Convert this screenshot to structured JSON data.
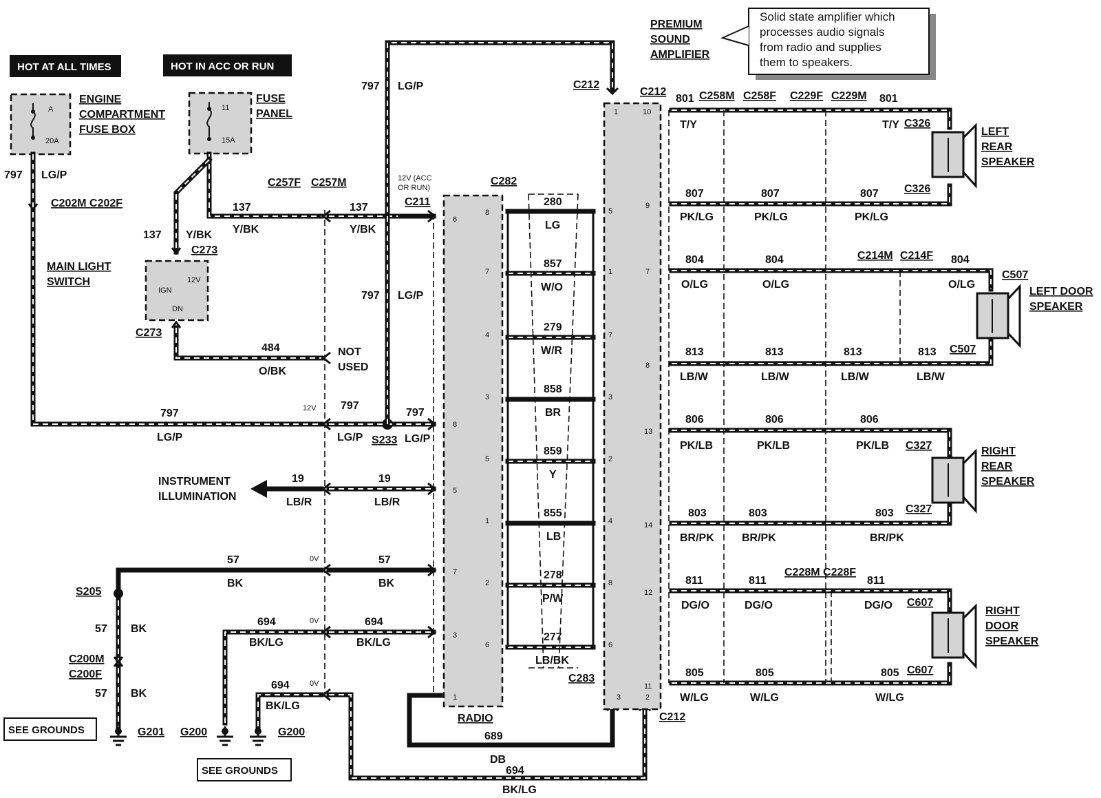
{
  "banners": {
    "hot_all": "HOT AT ALL TIMES",
    "hot_acc": "HOT IN ACC OR RUN"
  },
  "callout": {
    "lines": [
      "Solid state amplifier which",
      "processes audio signals",
      "from radio and supplies",
      "them to speakers."
    ]
  },
  "components": {
    "amp": [
      "PREMIUM",
      "SOUND",
      "AMPLIFIER"
    ],
    "engine_box": [
      "ENGINE",
      "COMPARTMENT",
      "FUSE BOX"
    ],
    "fuse_panel": [
      "FUSE",
      "PANEL"
    ],
    "main_light": [
      "MAIN LIGHT",
      "SWITCH"
    ],
    "radio": "RADIO",
    "instrument": [
      "INSTRUMENT",
      "ILLUMINATION"
    ],
    "not_used": [
      "NOT",
      "USED"
    ],
    "left_rear": [
      "LEFT",
      "REAR",
      "SPEAKER"
    ],
    "left_door": [
      "LEFT DOOR",
      "SPEAKER"
    ],
    "right_rear": [
      "RIGHT",
      "REAR",
      "SPEAKER"
    ],
    "right_door": [
      "RIGHT",
      "DOOR",
      "SPEAKER"
    ],
    "see_grounds": "SEE GROUNDS"
  },
  "fuses": {
    "a": "A",
    "a_rating": "20A",
    "b": "11",
    "b_rating": "15A"
  },
  "switch": {
    "ign": "IGN",
    "v12": "12V",
    "dn": "DN"
  },
  "connectors": {
    "c202": "C202M C202F",
    "c257f": "C257F",
    "c257m": "C257M",
    "c273": "C273",
    "c211": "C211",
    "c211_note": [
      "12V (ACC",
      "OR RUN)"
    ],
    "c282": "C282",
    "c283": "C283",
    "c212": "C212",
    "c258m": "C258M",
    "c258f": "C258F",
    "c229f": "C229F",
    "c229m": "C229M",
    "c326": "C326",
    "c214m": "C214M",
    "c214f": "C214F",
    "c507": "C507",
    "c327": "C327",
    "c228": "C228M C228F",
    "c607": "C607",
    "c200m": "C200M",
    "c200f": "C200F",
    "s205": "S205",
    "s233": "S233",
    "g201": "G201",
    "g200": "G200"
  },
  "circuits": {
    "c797": "797",
    "lg_p": "LG/P",
    "c137": "137",
    "y_bk": "Y/BK",
    "c484": "484",
    "o_bk": "O/BK",
    "c19": "19",
    "lb_r": "LB/R",
    "c57": "57",
    "bk": "BK",
    "c694": "694",
    "bk_lg": "BK/LG",
    "c689": "689",
    "db": "DB",
    "c280": "280",
    "lg": "LG",
    "c857": "857",
    "w_o": "W/O",
    "c279": "279",
    "w_r": "W/R",
    "c858": "858",
    "br": "BR",
    "c859": "859",
    "y": "Y",
    "c855": "855",
    "lb": "LB",
    "c278": "278",
    "p_w": "P/W",
    "c277": "277",
    "lb_bk": "LB/BK",
    "c801": "801",
    "t_y": "T/Y",
    "c807": "807",
    "pk_lg": "PK/LG",
    "c804": "804",
    "o_lg": "O/LG",
    "c813": "813",
    "lb_w": "LB/W",
    "c806": "806",
    "pk_lb": "PK/LB",
    "c803": "803",
    "br_pk": "BR/PK",
    "c811": "811",
    "dg_o": "DG/O",
    "c805": "805",
    "w_lg": "W/LG"
  },
  "voltages": {
    "v12": "12V",
    "v0": "0V"
  },
  "pins": {
    "radio": [
      "6",
      "8",
      "7",
      "4",
      "3",
      "8",
      "5",
      "5",
      "1",
      "7",
      "2",
      "3",
      "6",
      "1"
    ],
    "amp_left": [
      "1",
      "5",
      "1",
      "7",
      "3",
      "2",
      "4",
      "8",
      "6",
      "3"
    ],
    "amp_right": [
      "10",
      "9",
      "7",
      "8",
      "13",
      "14",
      "12",
      "11",
      "2"
    ]
  }
}
